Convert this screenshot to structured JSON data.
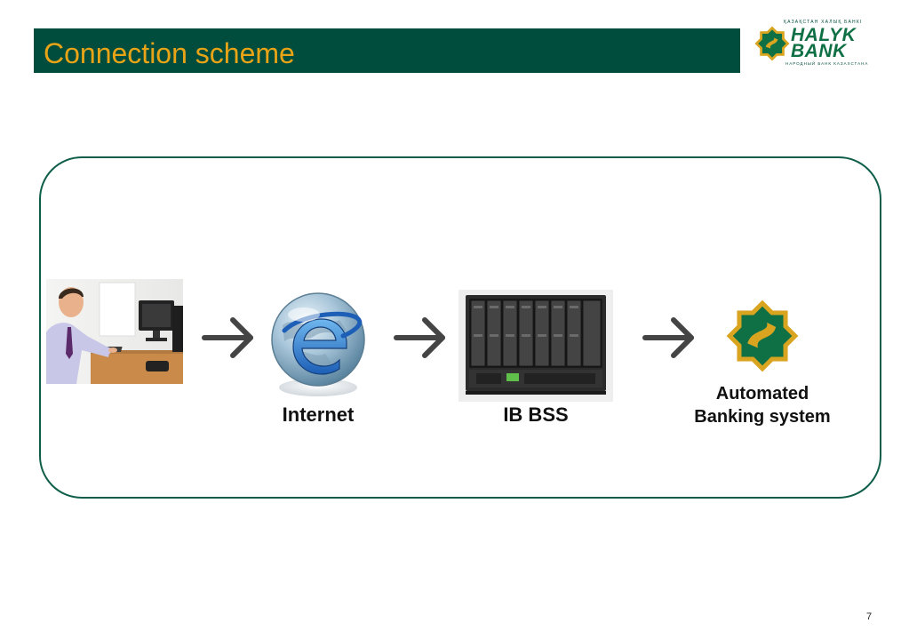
{
  "slide": {
    "title": "Connection scheme",
    "page_number": "7"
  },
  "logo": {
    "top_text": "ҚАЗАҚСТАН ХАЛЫҚ БАНКІ",
    "line1": "HALYK",
    "line2": "BANK",
    "bottom_text": "НАРОДНЫЙ БАНК КАЗАХСТАНА"
  },
  "diagram": {
    "nodes": [
      {
        "id": "user",
        "label": "",
        "icon": "user-at-computer-photo"
      },
      {
        "id": "internet",
        "label": "Internet",
        "icon": "internet-explorer-globe-icon"
      },
      {
        "id": "ib_bss",
        "label": "IB BSS",
        "icon": "blade-server-icon"
      },
      {
        "id": "abs",
        "label_line1": "Automated",
        "label_line2": "Banking system",
        "icon": "halyk-bank-emblem-icon"
      }
    ],
    "connectors": [
      "user→internet",
      "internet→ib_bss",
      "ib_bss→abs"
    ]
  },
  "colors": {
    "title_bar": "#004d3d",
    "title_text": "#e8a317",
    "frame_border": "#0f5e4a",
    "brand_green": "#0f6f45",
    "brand_gold": "#d9a520"
  }
}
